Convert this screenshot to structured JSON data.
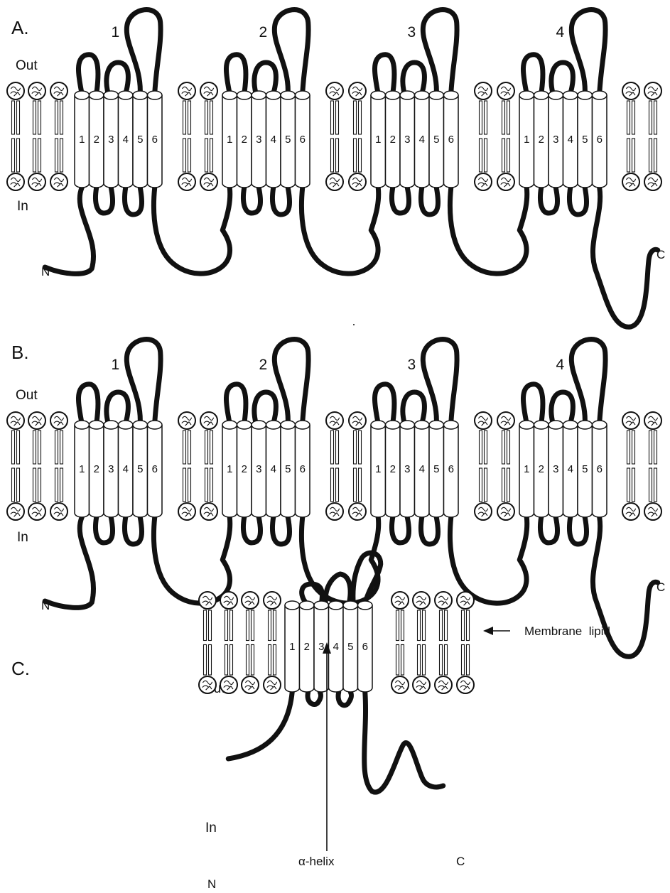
{
  "figure": {
    "panels": [
      {
        "id": "A",
        "letter": "A.",
        "out_label": "Out",
        "in_label": "In",
        "n_label": "N",
        "c_label": "C",
        "domains": [
          {
            "number": "1",
            "helices": [
              "1",
              "2",
              "3",
              "4",
              "5",
              "6"
            ]
          },
          {
            "number": "2",
            "helices": [
              "1",
              "2",
              "3",
              "4",
              "5",
              "6"
            ]
          },
          {
            "number": "3",
            "helices": [
              "1",
              "2",
              "3",
              "4",
              "5",
              "6"
            ]
          },
          {
            "number": "4",
            "helices": [
              "1",
              "2",
              "3",
              "4",
              "5",
              "6"
            ]
          }
        ]
      },
      {
        "id": "B",
        "letter": "B.",
        "out_label": "Out",
        "in_label": "In",
        "n_label": "N",
        "c_label": "C",
        "domains": [
          {
            "number": "1",
            "helices": [
              "1",
              "2",
              "3",
              "4",
              "5",
              "6"
            ]
          },
          {
            "number": "2",
            "helices": [
              "1",
              "2",
              "3",
              "4",
              "5",
              "6"
            ]
          },
          {
            "number": "3",
            "helices": [
              "1",
              "2",
              "3",
              "4",
              "5",
              "6"
            ]
          },
          {
            "number": "4",
            "helices": [
              "1",
              "2",
              "3",
              "4",
              "5",
              "6"
            ]
          }
        ]
      },
      {
        "id": "C",
        "letter": "C.",
        "out_label": "Out",
        "in_label": "In",
        "n_label": "N",
        "c_label": "C",
        "helices": [
          "1",
          "2",
          "3",
          "4",
          "5",
          "6"
        ],
        "membrane_label": "Membrane  lipid",
        "helix_label": "α-helix"
      }
    ]
  },
  "colors": {
    "ink": "#111111",
    "paper": "#ffffff"
  }
}
